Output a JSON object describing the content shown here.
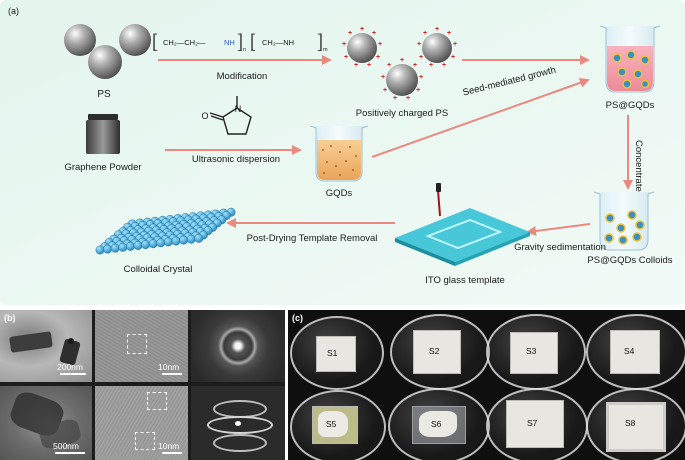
{
  "panel_a": {
    "letter": "(a)",
    "ps": "PS",
    "modification": "Modification",
    "positively_charged": "Positively charged PS",
    "seed_growth": "Seed-mediated growth",
    "ps_gqds": "PS@GQDs",
    "concentrate": "Concentrate",
    "graphene_powder": "Graphene Powder",
    "ultrasonic": "Ultrasonic dispersion",
    "gqds": "GQDs",
    "gravity": "Gravity sedimentation",
    "colloids": "PS@GQDs Colloids",
    "ito": "ITO glass template",
    "post_drying": "Post-Drying Template Removal",
    "colloidal_crystal": "Colloidal Crystal",
    "polymer": {
      "chain_1": "CH₂—CH₂—",
      "nh": "NH",
      "chain_2": "CH₂—NH",
      "n_sub": "n",
      "m_sub": "m"
    },
    "molecule": {
      "n": "N",
      "o": "O"
    },
    "colors": {
      "arrow": "#e98a80",
      "background": "#e9f7f1",
      "plus": "#cc1b1b",
      "ito": "#3ec4d6"
    }
  },
  "panel_b": {
    "letter": "(b)",
    "scale_1": "200nm",
    "scale_2": "10nm",
    "scale_3": "500nm",
    "scale_4": "10nm"
  },
  "panel_c": {
    "letter": "(c)",
    "samples": [
      "S1",
      "S2",
      "S3",
      "S4",
      "S5",
      "S6",
      "S7",
      "S8"
    ]
  }
}
